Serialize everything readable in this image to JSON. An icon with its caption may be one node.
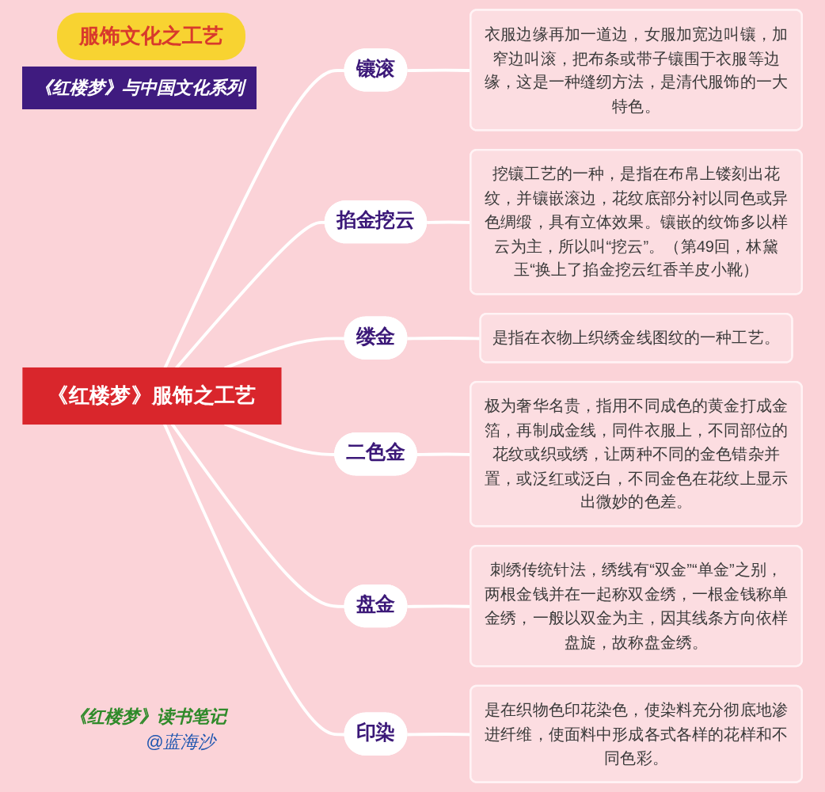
{
  "diagram": {
    "title": "服饰文化之工艺",
    "nodes": [
      {
        "text": [
          "《红楼梦》服饰之工艺"
        ]
      },
      {
        "text": [
          "镶滚"
        ]
      },
      {
        "text": [
          "衣服边缘再加一道边，女服加宽边叫镶，加窄边叫滚，把布条或带子镶围于衣服等边缘，这是一种缝纫方法，是清代服饰的一大特色。"
        ]
      },
      {
        "text": [
          "掐金挖云"
        ]
      },
      {
        "text": [
          "挖镶工艺的一种，是指在布帛上镂刻出花纹，并镶嵌滚边，花纹底部分衬以同色或异色绸缎，具有立体效果。镶嵌的纹饰多以样云为主，所以叫“挖云”。（第49回，林黛玉“换上了掐金挖云红香羊皮小靴）"
        ]
      },
      {
        "text": [
          "缕金"
        ]
      },
      {
        "text": [
          "是指在衣物上织绣金线图纹的一种工艺。"
        ]
      },
      {
        "text": [
          "二色金"
        ]
      },
      {
        "text": [
          "极为奢华名贵，指用不同成色的黄金打成金箔，再制成金线，同件衣服上，不同部位的花纹或织或绣，让两种不同的金色错杂并置，或泛红或泛白，不同金色在花纹上显示出微妙的色差。"
        ]
      },
      {
        "text": [
          "盘金"
        ]
      },
      {
        "text": [
          "刺绣传统针法，绣线有“双金”“单金”之别，两根金钱并在一起称双金绣，一根金钱称单金绣，一般以双金为主，因其线条方向依样盘旋，故称盘金绣。"
        ]
      },
      {
        "text": [
          "印染"
        ]
      },
      {
        "text": [
          "是在织物色印花染色，使染料充分彻底地渗进纤维，使面料中形成各式各样的花样和不同色彩。"
        ]
      }
    ],
    "edges": [
      {
        "from": 0,
        "to": 1,
        "arrow": "none"
      },
      {
        "from": 1,
        "to": 2,
        "arrow": "none"
      },
      {
        "from": 0,
        "to": 3,
        "arrow": "none"
      },
      {
        "from": 3,
        "to": 4,
        "arrow": "none"
      },
      {
        "from": 0,
        "to": 5,
        "arrow": "none"
      },
      {
        "from": 5,
        "to": 6,
        "arrow": "none"
      },
      {
        "from": 0,
        "to": 7,
        "arrow": "none"
      },
      {
        "from": 7,
        "to": 8,
        "arrow": "none"
      },
      {
        "from": 0,
        "to": 9,
        "arrow": "none"
      },
      {
        "from": 9,
        "to": 10,
        "arrow": "none"
      },
      {
        "from": 0,
        "to": 11,
        "arrow": "none"
      },
      {
        "from": 11,
        "to": 12,
        "arrow": "none"
      }
    ],
    "labels": [
      "《红楼梦》与中国文化系列",
      "《红楼梦》读书笔记",
      "@蓝海沙"
    ]
  }
}
